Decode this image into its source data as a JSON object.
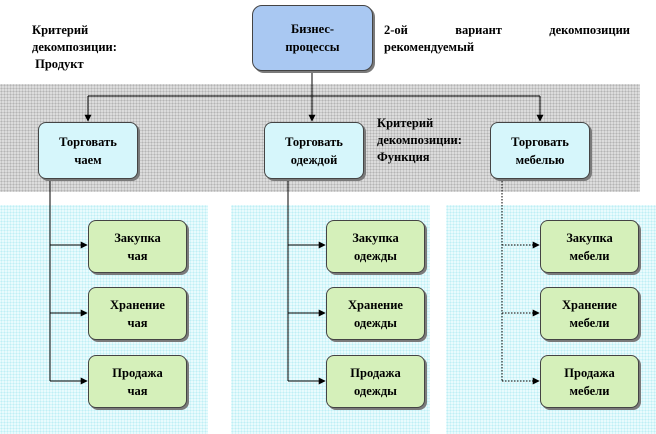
{
  "root": {
    "label": "Бизнес-\nпроцессы"
  },
  "notes": {
    "left": "Критерий\nдекомпозиции:\n Продукт",
    "right_line1": "2-ой вариант декомпозиции",
    "right_line2": "рекомендуемый",
    "middle": "Критерий\nдекомпозиции:\nФункция"
  },
  "functions": [
    {
      "label": "Торговать\nчаем",
      "children": [
        {
          "label": "Закупка\nчая"
        },
        {
          "label": "Хранение\nчая"
        },
        {
          "label": "Продажа\nчая"
        }
      ]
    },
    {
      "label": "Торговать\nодеждой",
      "children": [
        {
          "label": "Закупка\nодежды"
        },
        {
          "label": "Хранение\nодежды"
        },
        {
          "label": "Продажа\nодежды"
        }
      ]
    },
    {
      "label": "Торговать\nмебелью",
      "children": [
        {
          "label": "Закупка\nмебели"
        },
        {
          "label": "Хранение\nмебели"
        },
        {
          "label": "Продажа\nмебели"
        }
      ]
    }
  ],
  "colors": {
    "root_fill": "#a9c8f2",
    "function_fill": "#d6f6fb",
    "leaf_fill": "#d5f0ba",
    "band_gray": "#dcdcdc",
    "band_cyan": "#e9fbfd"
  }
}
